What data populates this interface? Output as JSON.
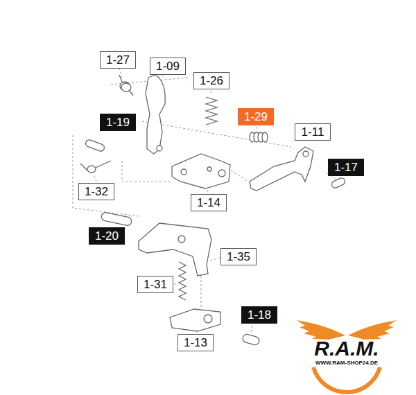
{
  "diagram": {
    "nodes": [
      {
        "text": [
          "1-27"
        ]
      },
      {
        "text": [
          "1-09"
        ]
      },
      {
        "text": [
          "1-26"
        ]
      },
      {
        "text": [
          "1-19"
        ]
      },
      {
        "text": [
          "1-29"
        ]
      },
      {
        "text": [
          "1-11"
        ]
      },
      {
        "text": [
          "1-17"
        ]
      },
      {
        "text": [
          "1-32"
        ]
      },
      {
        "text": [
          "1-14"
        ]
      },
      {
        "text": [
          "1-20"
        ]
      },
      {
        "text": [
          "1-35"
        ]
      },
      {
        "text": [
          "1-31"
        ]
      },
      {
        "text": [
          "1-18"
        ]
      },
      {
        "text": [
          "1-13"
        ]
      }
    ],
    "edges": [],
    "labels": [
      "R.A.M.",
      "WWW.RAM-SHOP24.DE"
    ]
  }
}
